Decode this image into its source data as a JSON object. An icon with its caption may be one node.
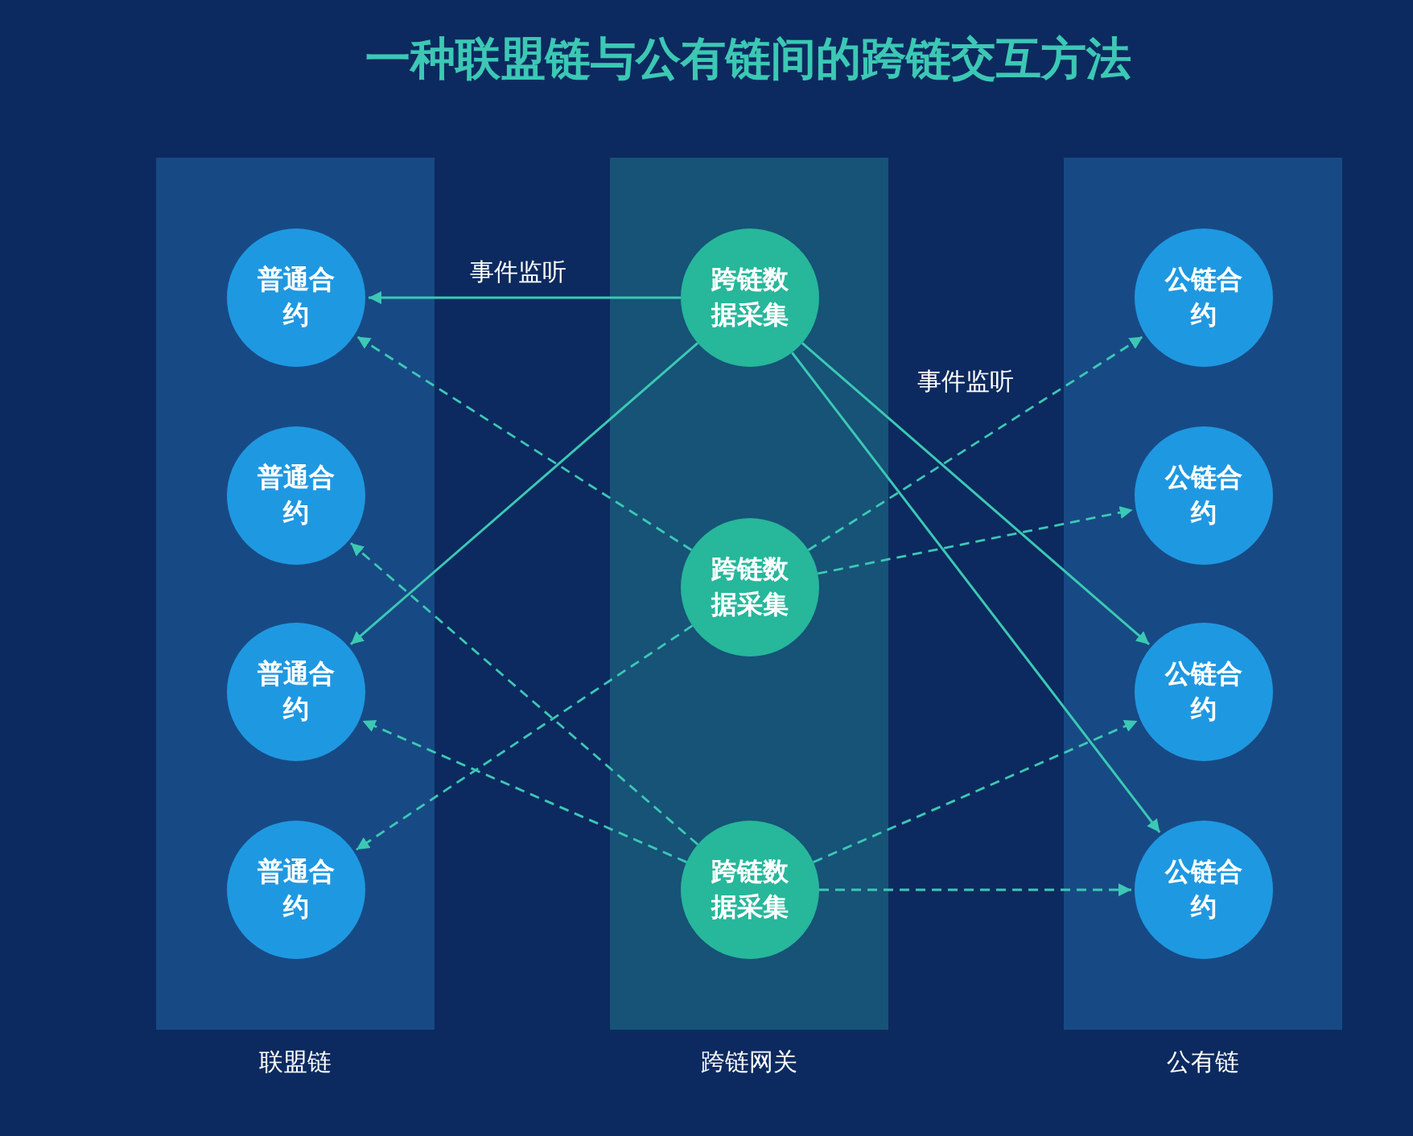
{
  "diagram": {
    "title": "一种联盟链与公有链间的跨链交互方法",
    "nodes": [
      {
        "text": [
          "联盟链"
        ]
      },
      {
        "text": [
          "普通合约"
        ],
        "in": 0
      },
      {
        "text": [
          "普通合约"
        ],
        "in": 0
      },
      {
        "text": [
          "普通合约"
        ],
        "in": 0
      },
      {
        "text": [
          "普通合约"
        ],
        "in": 0
      },
      {
        "text": [
          "跨链网关"
        ]
      },
      {
        "text": [
          "跨链数据采集"
        ],
        "in": 5
      },
      {
        "text": [
          "跨链数据采集"
        ],
        "in": 5
      },
      {
        "text": [
          "跨链数据采集"
        ],
        "in": 5
      },
      {
        "text": [
          "公有链"
        ]
      },
      {
        "text": [
          "公链合约"
        ],
        "in": 9
      },
      {
        "text": [
          "公链合约"
        ],
        "in": 9
      },
      {
        "text": [
          "公链合约"
        ],
        "in": 9
      },
      {
        "text": [
          "公链合约"
        ],
        "in": 9
      }
    ],
    "edges": [
      {
        "from": 6,
        "to": 1,
        "arrow": "to",
        "label": "事件监听"
      },
      {
        "from": 6,
        "to": 3,
        "arrow": "to"
      },
      {
        "from": 6,
        "to": 12,
        "arrow": "to"
      },
      {
        "from": 6,
        "to": 13,
        "arrow": "to"
      },
      {
        "from": 7,
        "to": 1,
        "arrow": "to",
        "style": "dashed"
      },
      {
        "from": 7,
        "to": 4,
        "arrow": "to",
        "style": "dashed"
      },
      {
        "from": 7,
        "to": 10,
        "arrow": "to",
        "style": "dashed",
        "label": "事件监听"
      },
      {
        "from": 7,
        "to": 11,
        "arrow": "to",
        "style": "dashed"
      },
      {
        "from": 8,
        "to": 2,
        "arrow": "to",
        "style": "dashed"
      },
      {
        "from": 8,
        "to": 3,
        "arrow": "to",
        "style": "dashed"
      },
      {
        "from": 8,
        "to": 12,
        "arrow": "to",
        "style": "dashed"
      },
      {
        "from": 8,
        "to": 13,
        "arrow": "to",
        "style": "dashed"
      }
    ]
  }
}
